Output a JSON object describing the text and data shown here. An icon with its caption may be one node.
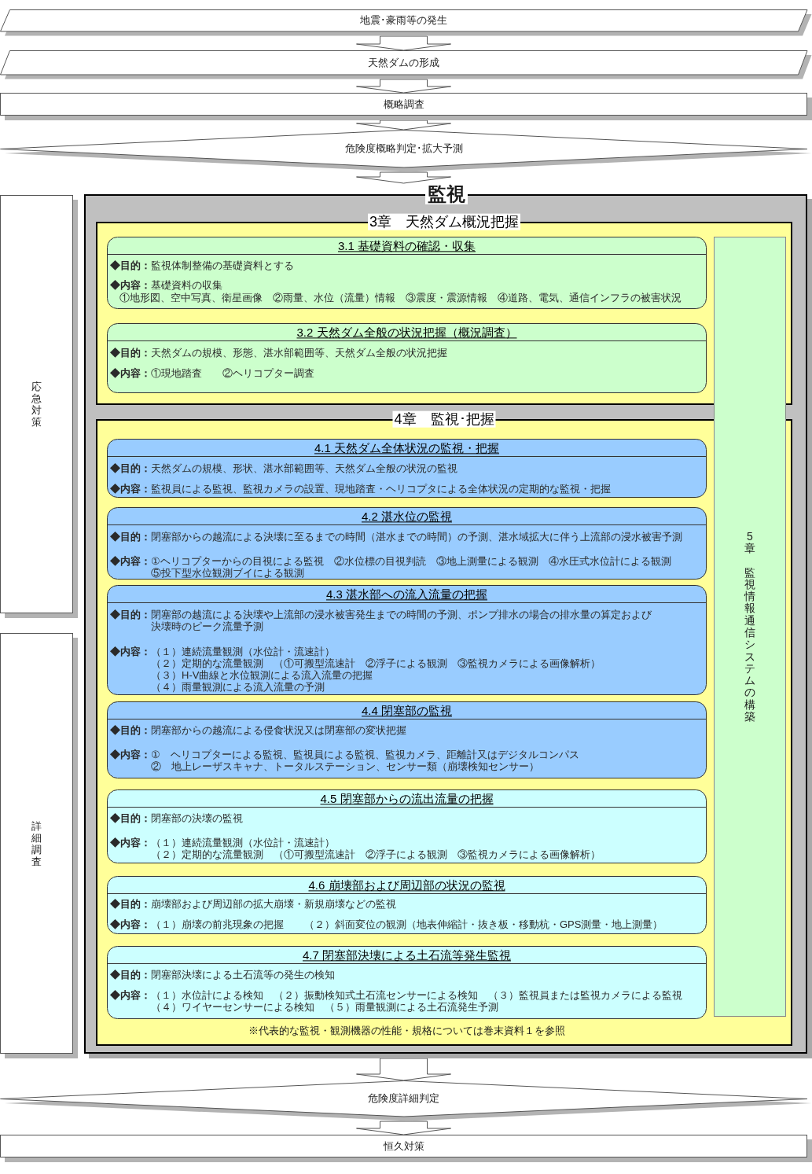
{
  "diagram": {
    "nodes": [
      {
        "text": [
          "地震･豪雨等の発生"
        ]
      },
      {
        "text": [
          "天然ダムの形成"
        ]
      },
      {
        "text": [
          "概略調査"
        ]
      },
      {
        "text": [
          "危険度概略判定･拡大予測"
        ]
      },
      {
        "text": [
          "応急対策"
        ]
      },
      {
        "text": [
          "詳細調査"
        ]
      },
      {
        "text": [
          "監視"
        ]
      },
      {
        "text": [
          "3章　天然ダム概況把握"
        ],
        "in": 6
      },
      {
        "text": [
          "3.1 基礎資料の確認・収集",
          "**◆目的：**監視体制整備の基礎資料とする",
          "**◆内容：**基礎資料の収集",
          "①地形図、空中写真、衛星画像　②雨量、水位（流量）情報　③震度・震源情報　④道路、電気、通信インフラの被害状況"
        ],
        "in": 7
      },
      {
        "text": [
          "3.2 天然ダム全般の状況把握（概況調査）",
          "**◆目的：**天然ダムの規模、形態、湛水部範囲等、天然ダム全般の状況把握",
          "**◆内容：**①現地踏査　　②ヘリコプター調査"
        ],
        "in": 7
      },
      {
        "text": [
          "4章　監視･把握",
          "※代表的な監視・観測機器の性能・規格については巻末資料１を参照"
        ],
        "in": 6
      },
      {
        "text": [
          "4.1 天然ダム全体状況の監視・把握",
          "**◆目的：**天然ダムの規模、形状、湛水部範囲等、天然ダム全般の状況の監視",
          "**◆内容：**監視員による監視、監視カメラの設置、現地踏査・ヘリコプタによる全体状況の定期的な監視・把握"
        ],
        "in": 10
      },
      {
        "text": [
          "4.2 湛水位の監視",
          "**◆目的：**閉塞部からの越流による決壊に至るまでの時間（湛水までの時間）の予測、湛水域拡大に伴う上流部の浸水被害予測",
          "**◆内容：**①ヘリコプターからの目視による監視　②水位標の目視判読　③地上測量による観測　④水圧式水位計による観測",
          "⑤投下型水位観測ブイによる観測"
        ],
        "in": 10
      },
      {
        "text": [
          "4.3 湛水部への流入流量の把握",
          "**◆目的：**閉塞部の越流による決壊や上流部の浸水被害発生までの時間の予測、ポンプ排水の場合の排水量の算定および決壊時のピーク流量予測",
          "**◆内容：**（１）連続流量観測（水位計・流速計）",
          "（２）定期的な流量観測　（①可搬型流速計　②浮子による観測　③監視カメラによる画像解析）",
          "（３）H-V曲線と水位観測による流入流量の把握",
          "（４）雨量観測による流入流量の予測"
        ],
        "in": 10
      },
      {
        "text": [
          "4.4 閉塞部の監視",
          "**◆目的：**閉塞部からの越流による侵食状況又は閉塞部の変状把握",
          "**◆内容：**①　ヘリコプターによる監視、監視員による監視、監視カメラ、距離計又はデジタルコンパス",
          "②　地上レーザスキャナ、トータルステーション、センサー類（崩壊検知センサー）"
        ],
        "in": 10
      },
      {
        "text": [
          "4.5 閉塞部からの流出流量の把握",
          "**◆目的：**閉塞部の決壊の監視",
          "**◆内容：**（１）連続流量観測（水位計・流速計）",
          "（２）定期的な流量観測　（①可搬型流速計　②浮子による観測　③監視カメラによる画像解析）"
        ],
        "in": 10
      },
      {
        "text": [
          "4.6 崩壊部および周辺部の状況の監視",
          "**◆目的：**崩壊部および周辺部の拡大崩壊・新規崩壊などの監視",
          "**◆内容：**（１）崩壊の前兆現象の把握　　（２）斜面変位の観測（地表伸縮計・抜き板・移動杭・GPS測量・地上測量）"
        ],
        "in": 10
      },
      {
        "text": [
          "4.7 閉塞部決壊による土石流等発生監視",
          "**◆目的：**閉塞部決壊による土石流等の発生の検知",
          "**◆内容：**（１）水位計による検知　（２）振動検知式土石流センサーによる検知　（３）監視員または監視カメラによる監視",
          "（４）ワイヤーセンサーによる検知　（５）雨量観測による土石流発生予測"
        ],
        "in": 10
      },
      {
        "text": [
          "5章",
          "監視情報通信システムの構築"
        ],
        "in": 6
      },
      {
        "text": [
          "危険度詳細判定"
        ]
      },
      {
        "text": [
          "恒久対策"
        ]
      }
    ],
    "edges": [
      {
        "from": 0,
        "to": 1,
        "arrow": "to"
      },
      {
        "from": 1,
        "to": 2,
        "arrow": "to"
      },
      {
        "from": 2,
        "to": 3,
        "arrow": "to"
      },
      {
        "from": 3,
        "to": 6,
        "arrow": "to"
      },
      {
        "from": 6,
        "to": 19,
        "arrow": "to"
      },
      {
        "from": 19,
        "to": 20,
        "arrow": "to"
      }
    ]
  }
}
